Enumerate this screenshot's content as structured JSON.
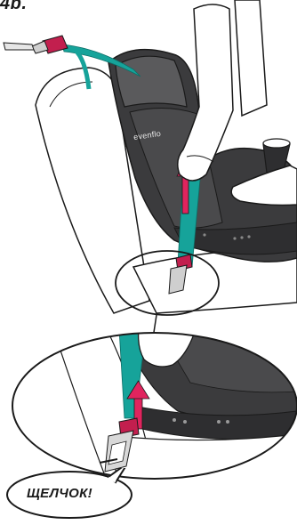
{
  "step_label": "4b.",
  "brand": "evenflo",
  "callout_text": "ЩЕЛЧОК!",
  "colors": {
    "strap": "#16a39a",
    "arrow": "#e0245e",
    "seat_dark": "#3b3b3d",
    "seat_mid": "#5a5a5c",
    "outline": "#1a1a1a"
  }
}
